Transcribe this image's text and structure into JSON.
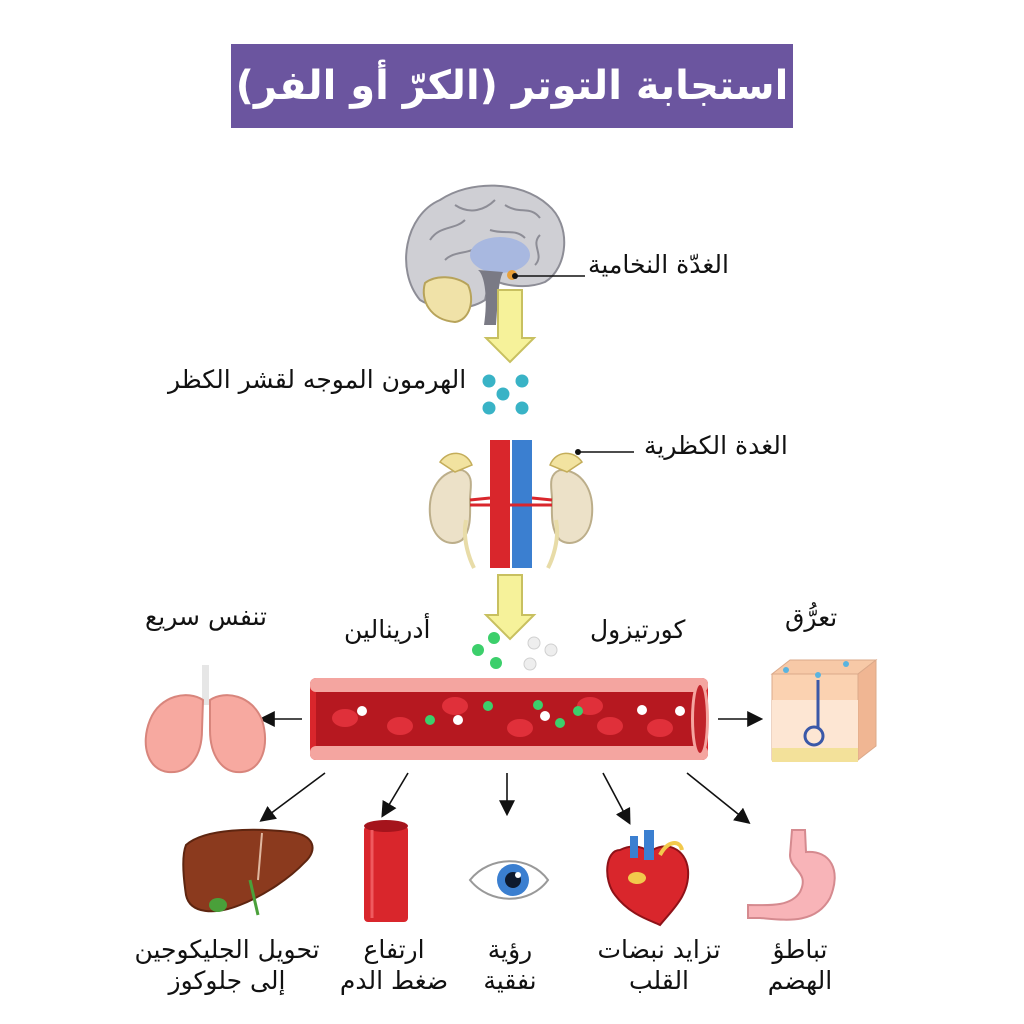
{
  "title": "استجابة التوتر (الكرّ أو الفر)",
  "labels": {
    "pituitary": "الغدّة النخامية",
    "acth": "الهرمون الموجه لقشر الكظر",
    "adrenal": "الغدة الكظرية",
    "adrenaline": "أدرينالين",
    "cortisol": "كورتيزول",
    "rapid_breathing": "تنفس سريع",
    "sweating": "تعرُّق"
  },
  "effects": [
    {
      "line1": "تحويل الجليكوجين",
      "line2": "إلى جلوكوز"
    },
    {
      "line1": "ارتفاع",
      "line2": "ضغط الدم"
    },
    {
      "line1": "رؤية",
      "line2": "نفقية"
    },
    {
      "line1": "تزايد نبضات",
      "line2": "القلب"
    },
    {
      "line1": "تباطؤ",
      "line2": "الهضم"
    }
  ],
  "colors": {
    "banner": "#6b559f",
    "arrow_fill": "#f6f29a",
    "vessel": "#d9262c",
    "adrenaline_dot": "#3ccf6b",
    "acth_dot": "#39b3c6"
  }
}
